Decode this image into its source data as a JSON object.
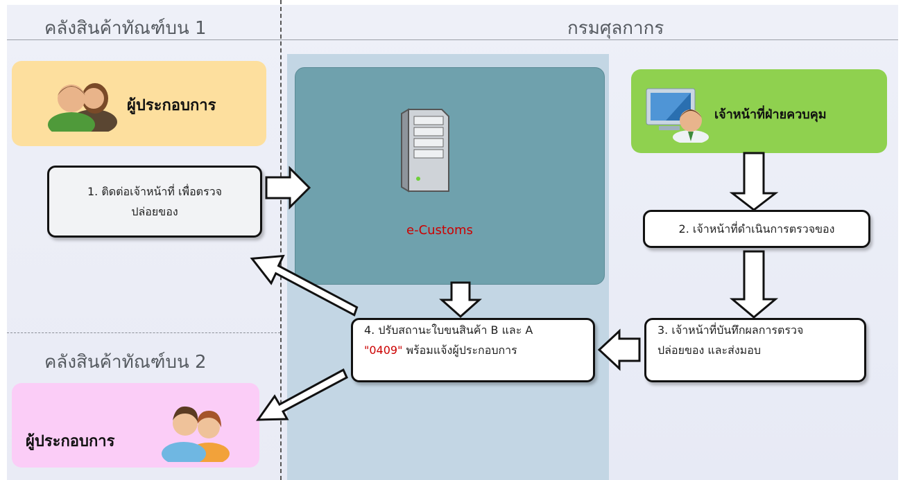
{
  "zones": {
    "warehouse1_header": "คลังสินค้าทัณฑ์บน 1",
    "customs_header": "กรมศุลกากร",
    "warehouse2_header": "คลังสินค้าทัณฑ์บน 2"
  },
  "actors": {
    "operator_top": "ผู้ประกอบการ",
    "officer": "เจ้าหน้าที่ฝ่ายควบคุม",
    "operator_bottom": "ผู้ประกอบการ"
  },
  "system": {
    "label": "e-Customs"
  },
  "steps": {
    "step1_line1": "1. ติดต่อเจ้าหน้าที่ เพื่อตรวจ",
    "step1_line2": "ปล่อยของ",
    "step2": "2. เจ้าหน้าที่ดำเนินการตรวจของ",
    "step3_line1": "3. เจ้าหน้าที่บันทึกผลการตรวจ",
    "step3_line2": "ปล่อยของ และส่งมอบ",
    "step4_line1": "4. ปรับสถานะใบขนสินค้า B และ A",
    "step4_code": "\"0409\"",
    "step4_line2_rest": " พร้อมแจ้งผู้ประกอบการ"
  },
  "colors": {
    "operator_top_bg": "#fddf9e",
    "officer_bg": "#8fd14f",
    "operator_bottom_bg": "#fbcdf7",
    "ecustoms_panel": "#6fa1ad",
    "center_column": "#c3d6e4",
    "accent_red": "#cc0000"
  }
}
